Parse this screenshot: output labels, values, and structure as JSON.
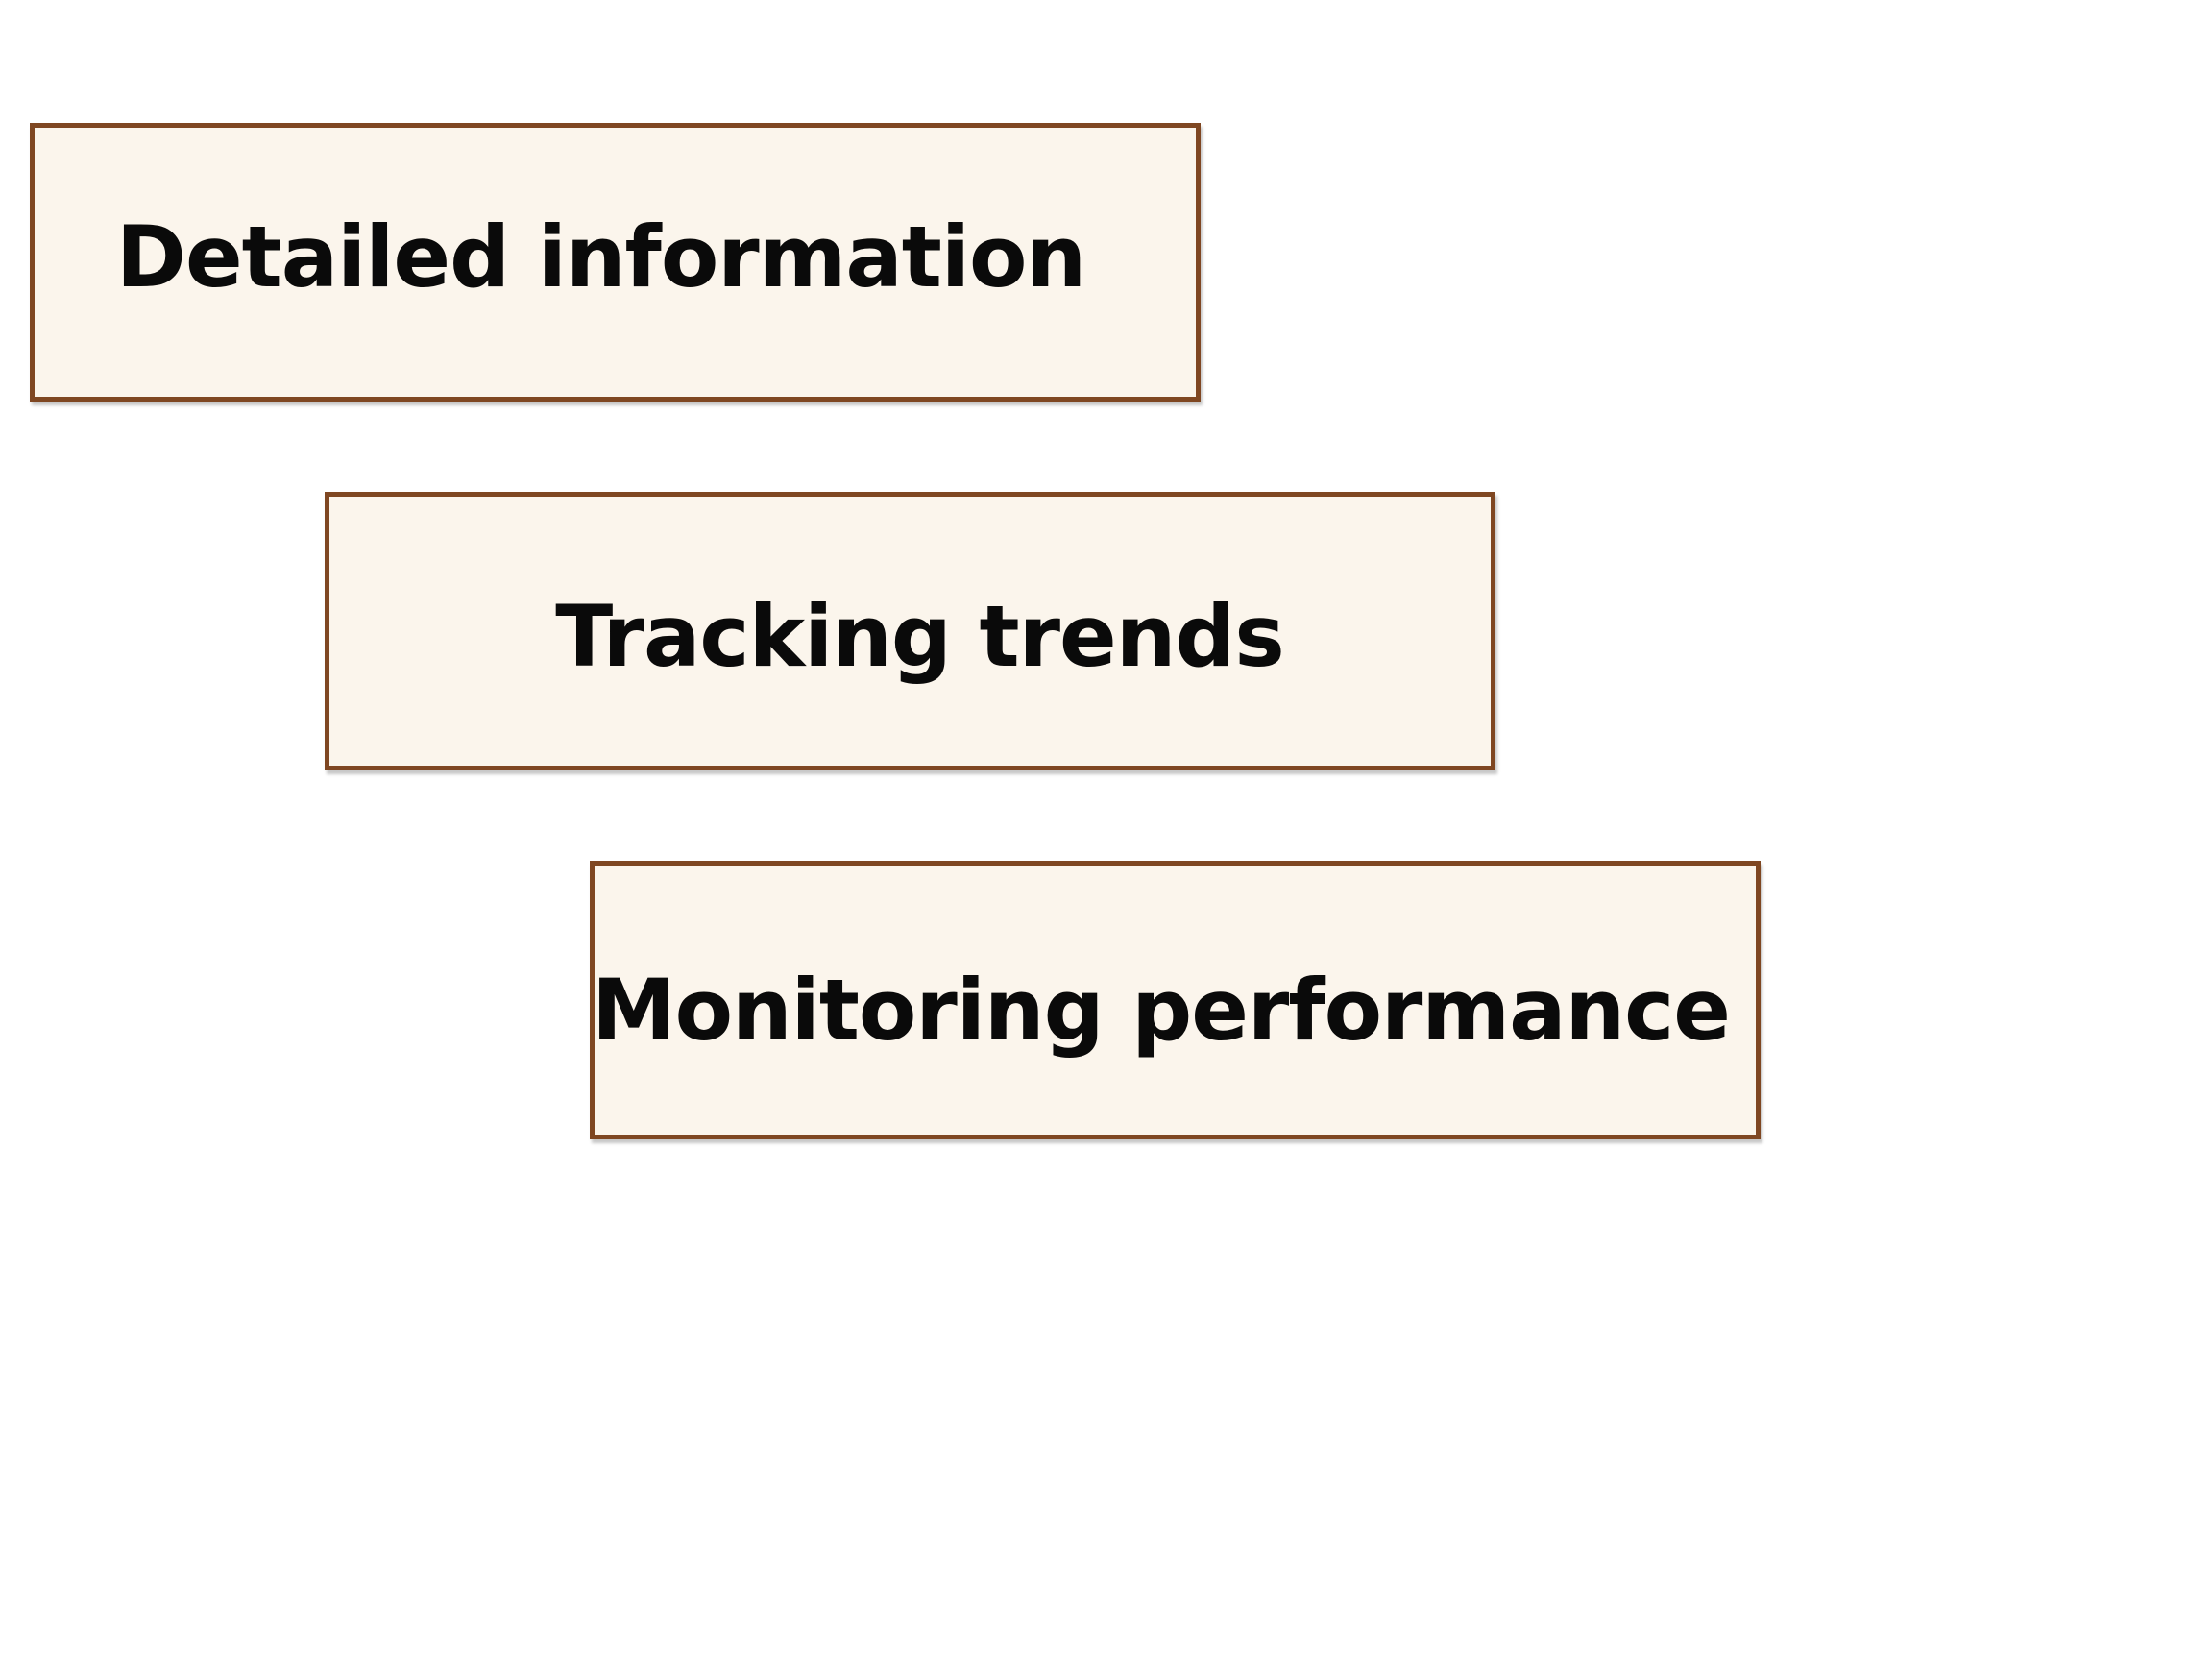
{
  "diagram": {
    "steps": [
      {
        "label": "Detailed information"
      },
      {
        "label": "Tracking trends"
      },
      {
        "label": "Monitoring performance"
      }
    ],
    "colors": {
      "box_border": "#7f4722",
      "box_fill": "#fbf5ec",
      "text": "#0a0a0a",
      "background": "#ffffff"
    }
  }
}
